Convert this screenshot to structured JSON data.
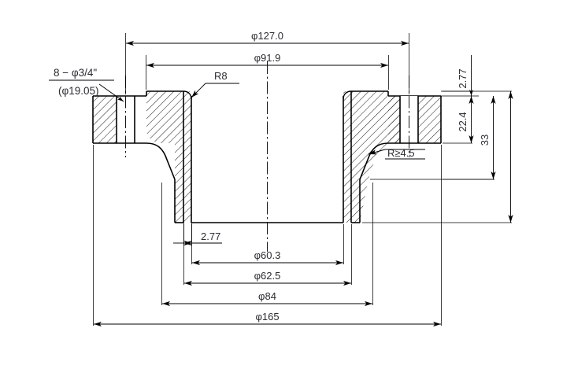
{
  "drawing": {
    "type": "engineering-cross-section",
    "subject": "pipe flange cross-section",
    "units": "mm",
    "line_color": "#000000",
    "text_color": "#2b2b33",
    "background": "#ffffff"
  },
  "notes": {
    "bolt_note_line1": "8 − φ3/4\"",
    "bolt_note_line2": "(φ19.05)"
  },
  "dimensions": {
    "top": [
      {
        "id": "dia_127",
        "label": "φ127.0",
        "value": 127.0,
        "kind": "diameter",
        "position": "top-outer"
      },
      {
        "id": "dia_91_9",
        "label": "φ91.9",
        "value": 91.9,
        "kind": "diameter",
        "position": "top-inner"
      }
    ],
    "bottom": [
      {
        "id": "wall_2_77_bottom",
        "label": "2.77",
        "value": 2.77,
        "kind": "linear",
        "position": "bottom-wall"
      },
      {
        "id": "dia_60_3",
        "label": "φ60.3",
        "value": 60.3,
        "kind": "diameter",
        "position": "bottom-1"
      },
      {
        "id": "dia_62_5",
        "label": "φ62.5",
        "value": 62.5,
        "kind": "diameter",
        "position": "bottom-2"
      },
      {
        "id": "dia_84",
        "label": "φ84",
        "value": 84,
        "kind": "diameter",
        "position": "bottom-3"
      },
      {
        "id": "dia_165",
        "label": "φ165",
        "value": 165,
        "kind": "diameter",
        "position": "bottom-outer"
      }
    ],
    "right": [
      {
        "id": "raised_face_2_77",
        "label": "2.77",
        "value": 2.77,
        "kind": "linear",
        "position": "right-top"
      },
      {
        "id": "hub_22_4",
        "label": "22.4",
        "value": 22.4,
        "kind": "linear",
        "position": "right-mid"
      },
      {
        "id": "total_33",
        "label": "33",
        "value": 33,
        "kind": "linear",
        "position": "right-outer"
      }
    ],
    "radii": [
      {
        "id": "r8",
        "label": "R8",
        "value": 8,
        "kind": "radius",
        "position": "inner-top-left-corner"
      },
      {
        "id": "r_min_4_5",
        "label": "R≥4.5",
        "value": 4.5,
        "kind": "radius-min",
        "position": "hub-fillet-right"
      }
    ]
  }
}
